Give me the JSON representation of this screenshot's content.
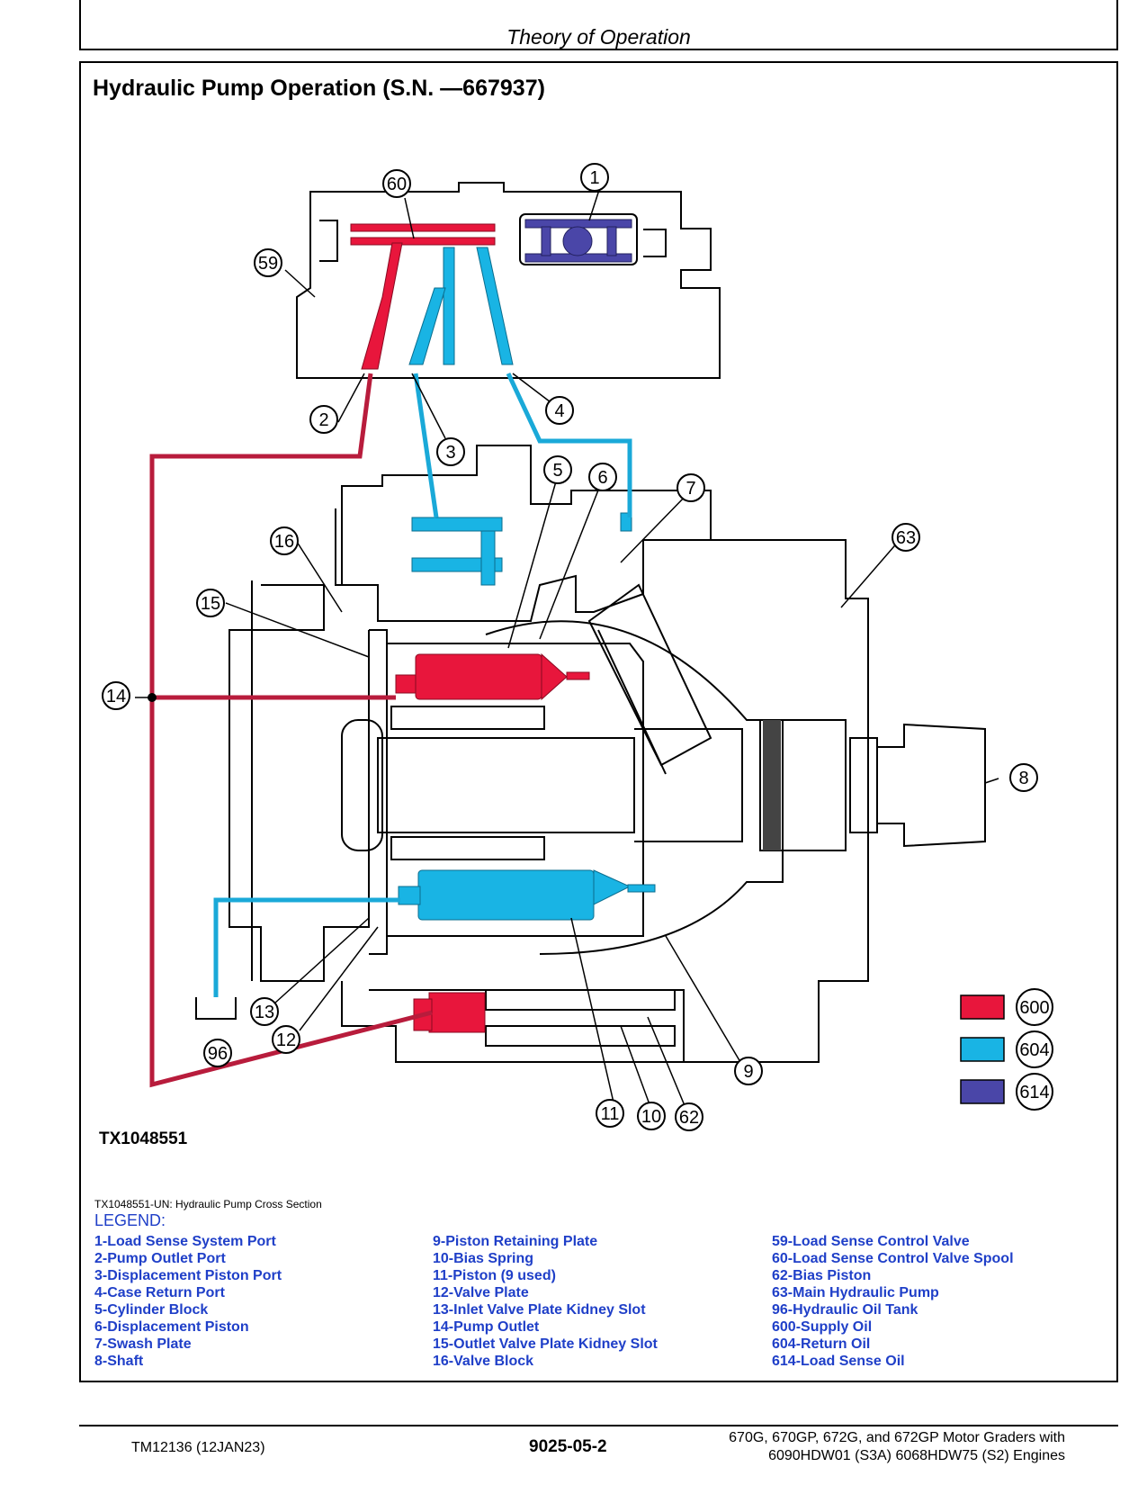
{
  "header": {
    "section_title": "Theory of Operation"
  },
  "page": {
    "title": "Hydraulic Pump Operation (S.N. —667937)",
    "figure_id": "TX1048551",
    "caption": "TX1048551-UN: Hydraulic Pump Cross Section"
  },
  "colors": {
    "supply_oil": "#e8163c",
    "return_oil": "#19b4e4",
    "load_sense_oil": "#4a46a8",
    "line_red": "#b81c3c",
    "line_blue": "#1aa9d8",
    "legend_text": "#1f3fc8"
  },
  "callouts": {
    "c1": "1",
    "c2": "2",
    "c3": "3",
    "c4": "4",
    "c5": "5",
    "c6": "6",
    "c7": "7",
    "c8": "8",
    "c9": "9",
    "c10": "10",
    "c11": "11",
    "c12": "12",
    "c13": "13",
    "c14": "14",
    "c15": "15",
    "c16": "16",
    "c59": "59",
    "c60": "60",
    "c62": "62",
    "c63": "63",
    "c96": "96"
  },
  "key": {
    "k600": "600",
    "k604": "604",
    "k614": "614"
  },
  "legend": {
    "title": "LEGEND:",
    "col1": [
      "1-Load Sense System Port",
      "2-Pump Outlet Port",
      "3-Displacement Piston Port",
      "4-Case Return Port",
      "5-Cylinder Block",
      "6-Displacement Piston",
      "7-Swash Plate",
      "8-Shaft"
    ],
    "col2": [
      "9-Piston Retaining Plate",
      "10-Bias Spring",
      "11-Piston (9 used)",
      "12-Valve Plate",
      "13-Inlet Valve Plate Kidney Slot",
      "14-Pump Outlet",
      "15-Outlet Valve Plate Kidney Slot",
      "16-Valve Block"
    ],
    "col3": [
      "59-Load Sense Control Valve",
      "60-Load Sense Control Valve Spool",
      "62-Bias Piston",
      "63-Main Hydraulic Pump",
      "96-Hydraulic Oil Tank",
      "600-Supply Oil",
      "604-Return Oil",
      "614-Load Sense Oil"
    ]
  },
  "footer": {
    "manual": "TM12136 (12JAN23)",
    "page_number": "9025-05-2",
    "product_line1": "670G, 670GP, 672G, and 672GP Motor Graders with",
    "product_line2": "6090HDW01 (S3A) 6068HDW75 (S2) Engines"
  }
}
